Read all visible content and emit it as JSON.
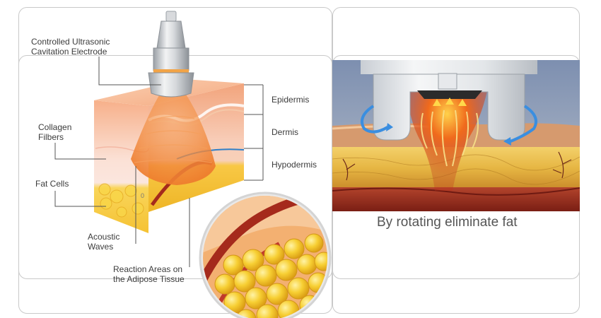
{
  "labels": {
    "electrode": [
      "Controlled Ultrasonic",
      "Cavitation Electrode"
    ],
    "epidermis": "Epidermis",
    "dermis": "Dermis",
    "hypodermis": "Hypodermis",
    "collagen": [
      "Collagen",
      "Filbers"
    ],
    "fat_cells": "Fat Cells",
    "acoustic": [
      "Acoustic",
      "Waves"
    ],
    "reaction": [
      "Reaction Areas on",
      "the Adipose Tissue"
    ],
    "zero_mark": "0"
  },
  "caption": "By rotating eliminate fat",
  "colors": {
    "frame": "#c9c9c9",
    "label_text": "#3c3c3c",
    "caption_text": "#555555",
    "fat_yellow": "#f7c531",
    "skin_peach": "#f6b48a",
    "wave_orange": "#f08c3c",
    "tissue_red": "#a52a1c"
  }
}
